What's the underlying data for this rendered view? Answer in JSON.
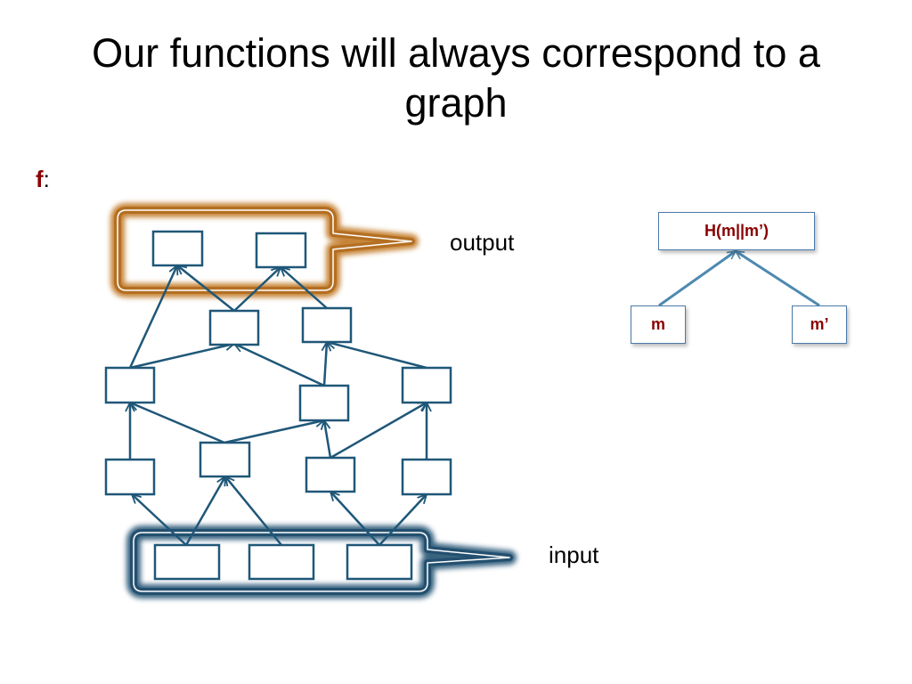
{
  "slide": {
    "title": "Our functions will always correspond to a graph",
    "function_name": "f",
    "function_colon": ":"
  },
  "graph": {
    "output_label": "output",
    "input_label": "input"
  },
  "hash_tree": {
    "root_label": "H(m||m’)",
    "left_child_label": "m",
    "right_child_label": "m’"
  },
  "colors": {
    "node_stroke": "#1f5778",
    "output_highlight": "#c47f2f",
    "input_highlight": "#2f5b7a",
    "label_red": "#8b0000",
    "tree_arrow": "#4e89b0"
  }
}
